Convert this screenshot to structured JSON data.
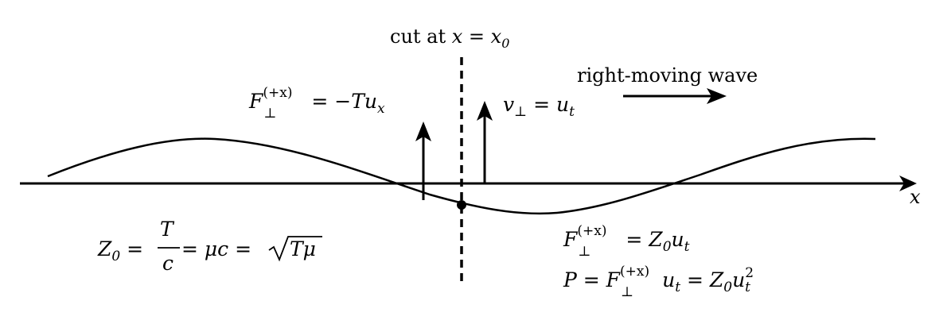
{
  "diagram": {
    "cut_label_text": "cut at ",
    "cut_label_math": "x = x",
    "cut_label_sub": "0",
    "wave_direction_label": "right-moving wave",
    "x_axis_label": "x",
    "force_left": {
      "lhs": "F",
      "sub": "⊥",
      "sup": "(+x)",
      "rhs": " = −Tu",
      "rhs_sub": "x"
    },
    "velocity": {
      "lhs": "v",
      "sub": "⊥",
      "rhs": " = u",
      "rhs_sub": "t"
    },
    "impedance": {
      "z": "Z",
      "z_sub": "0",
      "eq1": " = ",
      "num": "T",
      "den": "c",
      "eq2": " = μc = ",
      "sqrt_body": "Tμ"
    },
    "force_right": {
      "lhs": "F",
      "sub": "⊥",
      "sup": "(+x)",
      "rhs": " = Z",
      "rhs_sub": "0",
      "rhs_tail": "u",
      "tail_sub": "t"
    },
    "power": {
      "lhs": "P = F",
      "sub": "⊥",
      "sup": "(+x)",
      "mid": "u",
      "mid_sub": "t",
      "rhs": " = Z",
      "rhs_sub": "0",
      "tail": "u",
      "tail_sup": "2",
      "tail_sub": "t"
    }
  }
}
